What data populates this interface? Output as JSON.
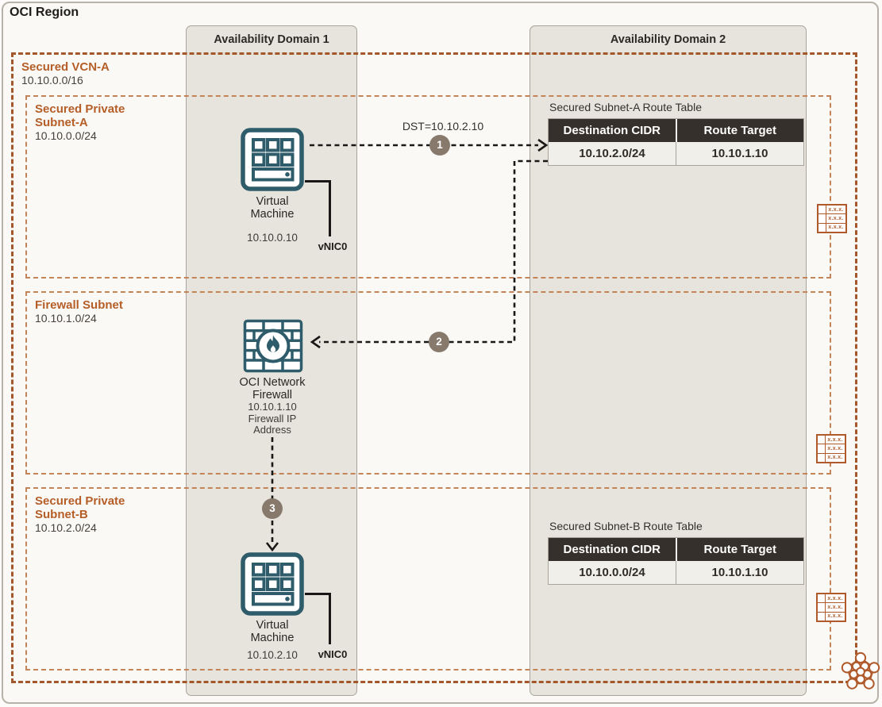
{
  "region": {
    "title": "OCI Region"
  },
  "availability_domains": [
    {
      "label": "Availability Domain 1"
    },
    {
      "label": "Availability Domain 2"
    }
  ],
  "vcn": {
    "name": "Secured VCN-A",
    "cidr": "10.10.0.0/16"
  },
  "subnets": [
    {
      "name_line1": "Secured Private",
      "name_line2": "Subnet-A",
      "cidr": "10.10.0.0/24"
    },
    {
      "name_line1": "Firewall Subnet",
      "cidr": "10.10.1.0/24"
    },
    {
      "name_line1": "Secured Private",
      "name_line2": "Subnet-B",
      "cidr": "10.10.2.0/24"
    }
  ],
  "nodes": {
    "vm_a": {
      "label1": "Virtual",
      "label2": "Machine",
      "ip": "10.10.0.10",
      "nic": "vNIC0"
    },
    "firewall": {
      "label1": "OCI Network",
      "label2": "Firewall",
      "ip": "10.10.1.10",
      "sub1": "Firewall IP",
      "sub2": "Address"
    },
    "vm_b": {
      "label1": "Virtual",
      "label2": "Machine",
      "ip": "10.10.2.10",
      "nic": "vNIC0"
    }
  },
  "flow": {
    "dst_label": "DST=10.10.2.10",
    "step1": "1",
    "step2": "2",
    "step3": "3"
  },
  "route_tables": [
    {
      "title": "Secured Subnet-A Route Table",
      "col1": "Destination CIDR",
      "col2": "Route Target",
      "row": {
        "cidr": "10.10.2.0/24",
        "target": "10.10.1.10"
      }
    },
    {
      "title": "Secured Subnet-B Route Table",
      "col1": "Destination CIDR",
      "col2": "Route Target",
      "row": {
        "cidr": "10.10.0.0/24",
        "target": "10.10.1.10"
      }
    }
  ],
  "icons": {
    "route_table_cell": "x.x.x."
  },
  "colors": {
    "vcn_border": "#A4572B",
    "subnet_border": "#C48457",
    "accent_text": "#B55E27",
    "teal": "#2E5C6A",
    "badge": "#877A6D",
    "table_header_bg": "#35302B",
    "ad_fill": "#E7E4DD",
    "region_fill": "#FAF9F6",
    "icon_orange": "#B05A2B"
  }
}
